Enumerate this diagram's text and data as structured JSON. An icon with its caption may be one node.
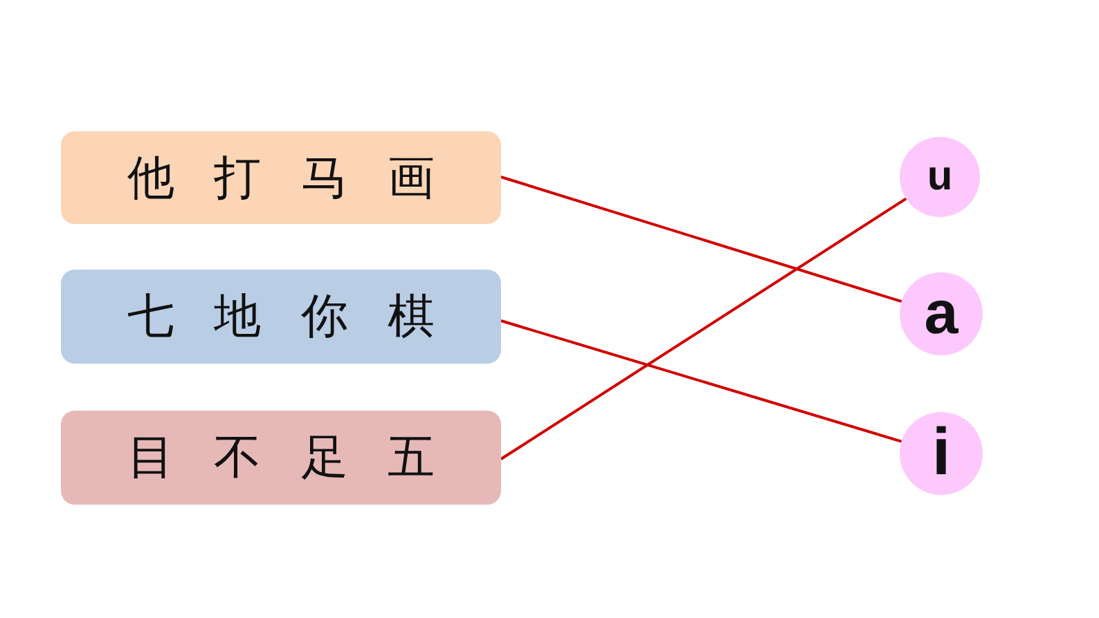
{
  "diagram": {
    "nodes": [
      {
        "text": [
          "他 打 马 画"
        ]
      },
      {
        "text": [
          "七 地 你 棋"
        ]
      },
      {
        "text": [
          "目 不 足 五"
        ]
      },
      {
        "text": [
          "u"
        ]
      },
      {
        "text": [
          "a"
        ]
      },
      {
        "text": [
          "i"
        ]
      }
    ],
    "edges": [
      {
        "from": 0,
        "to": 4,
        "arrow": "none"
      },
      {
        "from": 1,
        "to": 5,
        "arrow": "none"
      },
      {
        "from": 2,
        "to": 3,
        "arrow": "none"
      }
    ]
  }
}
